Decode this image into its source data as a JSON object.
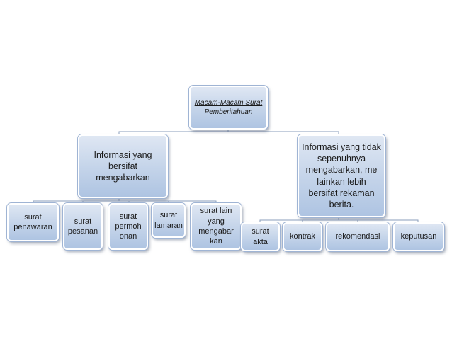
{
  "root": {
    "label": "Macam-Macam Surat Pemberitahuan"
  },
  "branches": [
    {
      "label": "Informasi yang bersifat mengabarkan",
      "children": [
        "surat penawaran",
        "surat pesanan",
        "surat permoh onan",
        "surat lamaran",
        "surat lain yang mengabar kan"
      ]
    },
    {
      "label": "Informasi yang tidak sepenuhnya mengabarkan, me lainkan lebih bersifat rekaman berita.",
      "children": [
        "surat akta",
        "kontrak",
        "rekomendasi",
        "keputusan"
      ]
    }
  ],
  "colors": {
    "box_top": "#dfe7f3",
    "box_bottom": "#aec4e2",
    "connector": "#8a9dbb"
  }
}
